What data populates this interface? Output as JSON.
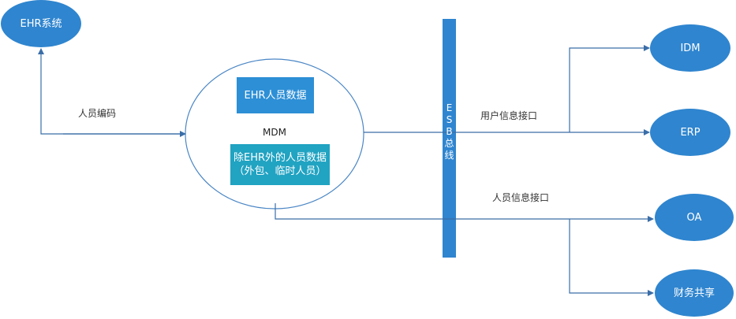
{
  "colors": {
    "node_fill": "#2f85cf",
    "inner_box": "#2d8fd6",
    "inner_box_alt": "#21a3c2",
    "line": "#3a6ea8",
    "mdm_border": "#4a86c5"
  },
  "nodes": {
    "ehr": "EHR系统",
    "idm": "IDM",
    "erp": "ERP",
    "oa": "OA",
    "finance": "财务共享"
  },
  "mdm": {
    "title": "MDM",
    "box_ehr": "EHR人员数据",
    "box_other_line1": "除EHR外的人员数据",
    "box_other_line2": "（外包、临时人员）"
  },
  "bus": {
    "chars": [
      "E",
      "S",
      "B",
      "总",
      "线"
    ]
  },
  "edges": {
    "employee_code": "人员编码",
    "user_info_api": "用户信息接口",
    "person_info_api": "人员信息接口"
  }
}
